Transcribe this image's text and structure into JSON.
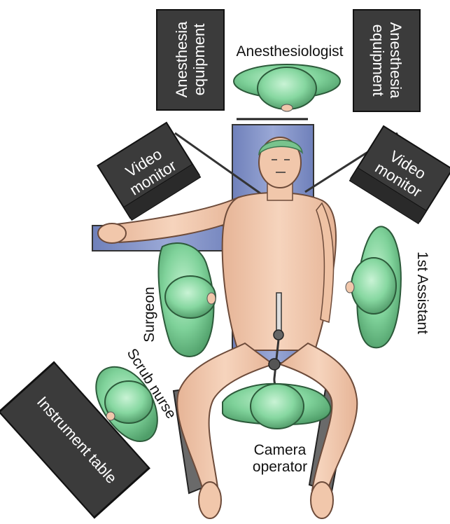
{
  "labels": {
    "anesthesia_left": "Anesthesia\nequipment",
    "anesthesia_right": "Anesthesia\nequipment",
    "anesthesiologist": "Anesthesiologist",
    "video_left": "Video\nmonitor",
    "video_right": "Video\nmonitor",
    "first_assistant": "1st Assistant",
    "surgeon": "Surgeon",
    "scrub_nurse": "Scrub nurse",
    "instrument_table": "Instrument table",
    "camera_operator": "Camera\noperator"
  },
  "colors": {
    "equipment": "#3b3b3b",
    "staff": "#7fd29a",
    "staff_dark": "#4f9e69",
    "table": "#7c8dc4",
    "skin": "#f1c7ab",
    "hair": "#78c38d"
  }
}
